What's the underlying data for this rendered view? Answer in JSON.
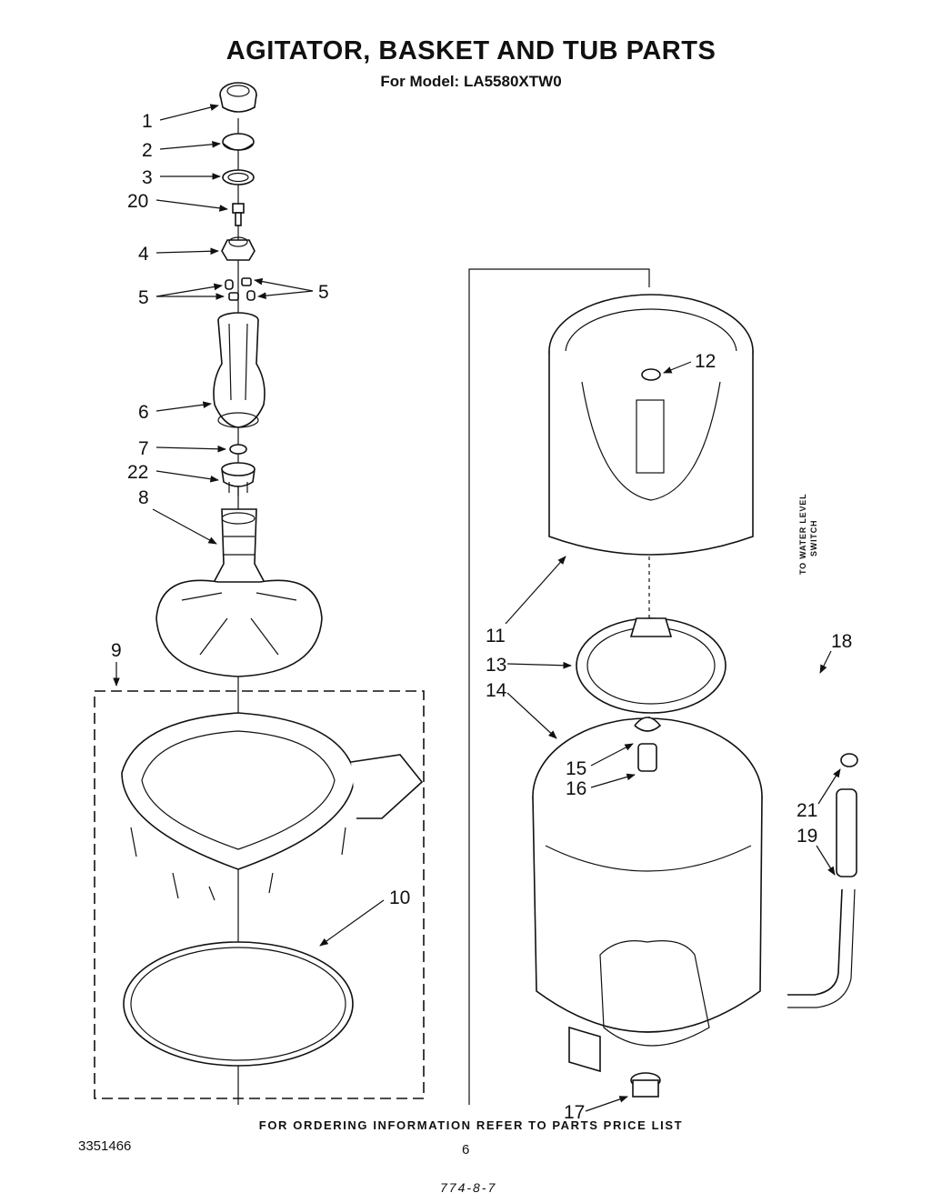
{
  "header": {
    "title": "AGITATOR, BASKET AND TUB PARTS",
    "subtitle": "For Model: LA5580XTW0"
  },
  "diagram": {
    "callouts": [
      "1",
      "2",
      "3",
      "20",
      "4",
      "5",
      "5",
      "6",
      "7",
      "22",
      "8",
      "9",
      "10",
      "11",
      "12",
      "13",
      "14",
      "15",
      "16",
      "17",
      "18",
      "21",
      "19"
    ],
    "side_label_line1": "TO WATER LEVEL",
    "side_label_line2": "SWITCH"
  },
  "footer": {
    "ordering_note": "FOR ORDERING INFORMATION REFER TO PARTS PRICE LIST",
    "document_number": "3351466",
    "page_number": "6",
    "handwritten_note": "774-8-7"
  }
}
